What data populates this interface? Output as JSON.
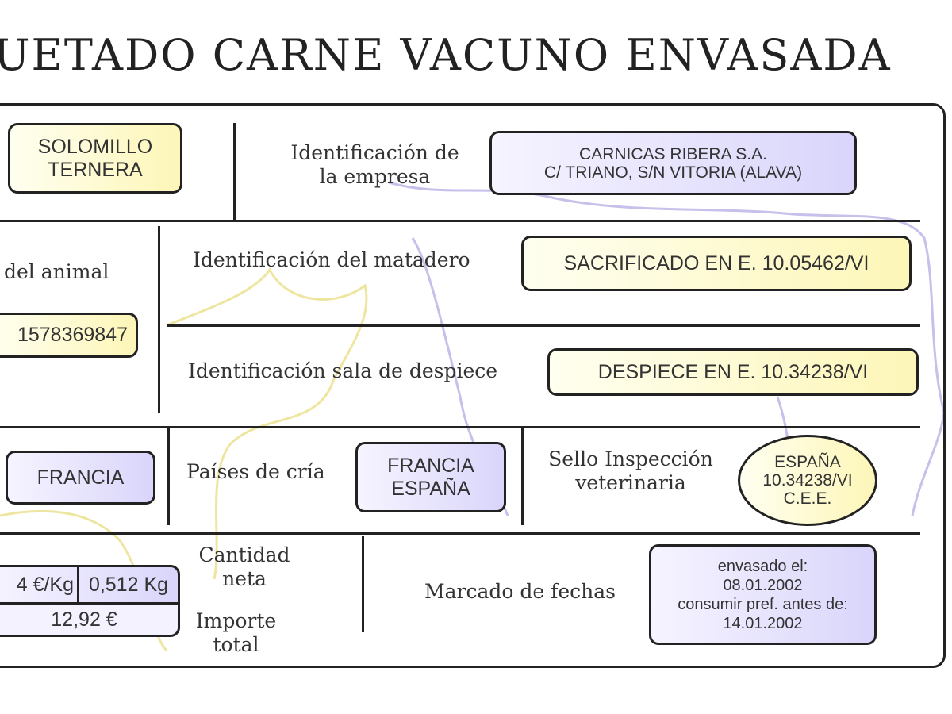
{
  "title": "UETADO CARNE VACUNO ENVASADA",
  "product": {
    "line1": "SOLOMILLO",
    "line2": "TERNERA"
  },
  "company": {
    "label1": "Identificación de",
    "label2": "la empresa",
    "line1": "CARNICAS RIBERA S.A.",
    "line2": "C/ TRIANO, S/N VITORIA (ALAVA)"
  },
  "animal": {
    "label": "del animal",
    "value": "1578369847"
  },
  "slaughter": {
    "label": "Identificación del matadero",
    "value": "SACRIFICADO EN E. 10.05462/VI"
  },
  "cutting": {
    "label": "Identificación sala de despiece",
    "value": "DESPIECE EN E. 10.34238/VI"
  },
  "birth_country": {
    "value": "FRANCIA"
  },
  "rearing": {
    "label": "Países de cría",
    "line1": "FRANCIA",
    "line2": "ESPAÑA"
  },
  "inspection": {
    "label1": "Sello Inspección",
    "label2": "veterinaria",
    "line1": "ESPAÑA",
    "line2": "10.34238/VI",
    "line3": "C.E.E."
  },
  "price": {
    "per_kg": "4 €/Kg",
    "weight": "0,512 Kg",
    "total": "12,92 €",
    "qty_label1": "Cantidad",
    "qty_label2": "neta",
    "total_label1": "Importe",
    "total_label2": "total"
  },
  "dates": {
    "label": "Marcado de fechas",
    "line1": "envasado el:",
    "line2": "08.01.2002",
    "line3": "consumir pref. antes de:",
    "line4": "14.01.2002"
  },
  "colors": {
    "yellow_fill": "#fdf6b8",
    "lavender_fill": "#d9d5fb",
    "cow_outline_purple": "#c6c0ea",
    "cow_outline_yellow": "#eee6a0"
  }
}
